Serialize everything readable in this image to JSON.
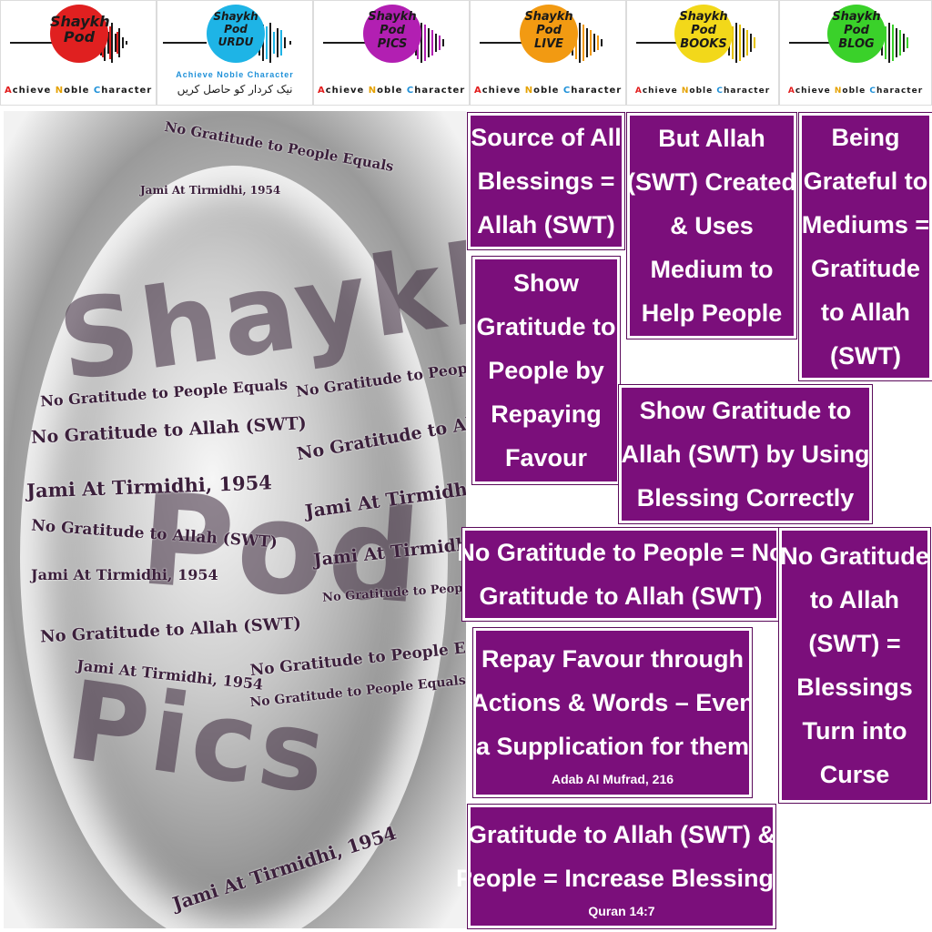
{
  "header": {
    "logos": [
      {
        "id": "main",
        "lines": [
          "Shaykh",
          "Pod"
        ],
        "color": "#e02020",
        "tagline": {
          "a": "A",
          "b": "chieve ",
          "n": "N",
          "c": "oble ",
          "ch": "C",
          "d": "haracter"
        }
      },
      {
        "id": "urdu",
        "lines": [
          "Shaykh",
          "Pod",
          "URDU"
        ],
        "color": "#1eb4e6",
        "tagline_top": "Achieve Noble Character",
        "tagline_urdu": "نیک کردار کو حاصل کریں"
      },
      {
        "id": "pics",
        "lines": [
          "Shaykh",
          "Pod",
          "PICS"
        ],
        "color": "#b21fb2",
        "tagline": {
          "a": "A",
          "b": "chieve ",
          "n": "N",
          "c": "oble ",
          "ch": "C",
          "d": "haracter"
        }
      },
      {
        "id": "live",
        "lines": [
          "Shaykh",
          "Pod",
          "LIVE"
        ],
        "color": "#f29a12",
        "tagline": {
          "a": "A",
          "b": "chieve ",
          "n": "N",
          "c": "oble ",
          "ch": "C",
          "d": "haracter"
        }
      },
      {
        "id": "books",
        "lines": [
          "Shaykh",
          "Pod",
          "BOOKS"
        ],
        "color": "#f2d81a",
        "tagline": {
          "a": "A",
          "b": "chieve ",
          "n": "N",
          "c": "oble ",
          "ch": "C",
          "d": "haracter"
        }
      },
      {
        "id": "blog",
        "lines": [
          "Shaykh",
          "Pod",
          "BLOG"
        ],
        "color": "#3ad12a",
        "tagline": {
          "a": "A",
          "b": "chieve ",
          "n": "N",
          "c": "oble ",
          "ch": "C",
          "d": "haracter"
        }
      }
    ]
  },
  "artwork": {
    "big_letters": [
      "Shaykh",
      "Pod",
      "Pics"
    ],
    "phrases": {
      "p1": "No Gratitude to People Equals",
      "p2": "No Gratitude to Allah (SWT)",
      "p3": "Jami At Tirmidhi, 1954"
    }
  },
  "boxes": {
    "b1": [
      "Source of All",
      "Blessings =",
      "Allah (SWT)"
    ],
    "b2": [
      "But Allah",
      "(SWT) Created",
      "& Uses",
      "Medium to",
      "Help People"
    ],
    "b3": [
      "Being",
      "Grateful to",
      "Mediums =",
      "Gratitude",
      "to Allah",
      "(SWT)"
    ],
    "b4": [
      "Show",
      "Gratitude to",
      "People by",
      "Repaying",
      "Favour"
    ],
    "b5": [
      "Show Gratitude to",
      "Allah (SWT) by Using",
      "Blessing Correctly"
    ],
    "b6": [
      "No Gratitude to People = No",
      "Gratitude to Allah (SWT)"
    ],
    "b7": [
      "No Gratitude",
      "to Allah",
      "(SWT) =",
      "Blessings",
      "Turn into",
      "Curse"
    ],
    "b8": {
      "lines": [
        "Repay Favour through",
        "Actions  & Words – Even",
        "a Supplication for them"
      ],
      "ref": "Adab Al Mufrad, 216"
    },
    "b9": {
      "lines": [
        "Gratitude to Allah (SWT) &",
        "People = Increase Blessings"
      ],
      "ref": "Quran 14:7"
    }
  },
  "colors": {
    "box": "#7b0f7b",
    "main": "#e02020",
    "urdu": "#1eb4e6",
    "pics": "#b21fb2",
    "live": "#f29a12",
    "books": "#f2d81a",
    "blog": "#3ad12a"
  }
}
